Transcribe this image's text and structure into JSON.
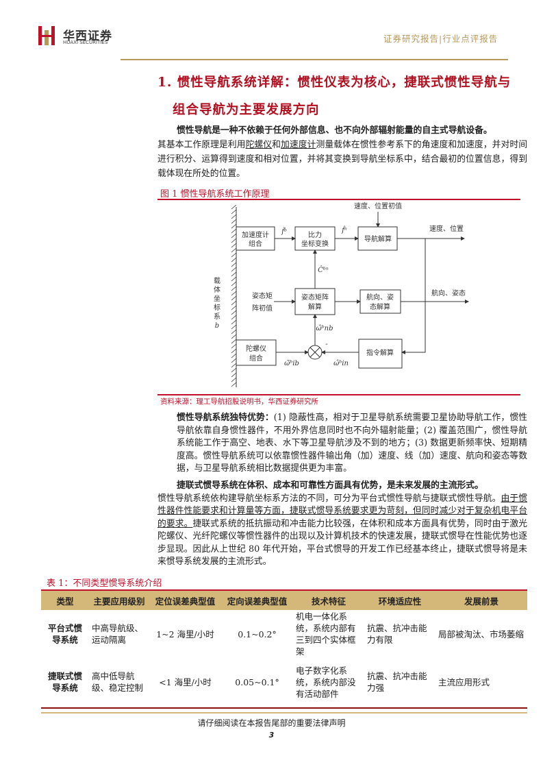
{
  "header": {
    "logo_cn": "华西证券",
    "logo_en": "HUAXI SECURITIES",
    "report_type": "证券研究报告|行业点评报告",
    "brand_color": "#c0102a",
    "gold": "#b8975a"
  },
  "section": {
    "title_line1": "1. 惯性导航系统详解：惯性仪表为核心，捷联式惯性导航与",
    "title_line2": "组合导航为主要发展方向"
  },
  "para1": {
    "bold": "惯性导航是一种不依赖于任何外部信息、也不向外部辐射能量的自主式导航设备。",
    "t1": "其基本工作原理是利用",
    "u1": "陀螺仪",
    "t2": "和",
    "u2": "加速度计",
    "t3": "测量载体在惯性参考系下的角速度和加速度，并对时间进行积分、运算得到速度和相对位置，并将其变换到导航坐标系中，结合最初的位置信息，得到载体现在所处的位置。"
  },
  "figure": {
    "caption": "图 1 惯性导航系统工作原理",
    "source": "资料来源：理工导航招股说明书，华西证券研究所",
    "diagram": {
      "frame": [
        "载",
        "体",
        "坐",
        "标",
        "系",
        "b"
      ],
      "acc": [
        "加速度计",
        "组合"
      ],
      "force": [
        "比力",
        "坐标变换"
      ],
      "nav": [
        "导航解算"
      ],
      "init_vp": "速度、位置初值",
      "out_vp": "速度、位置",
      "att_init": [
        "姿态矩",
        "阵初值"
      ],
      "att": [
        "姿态矩阵",
        "解算"
      ],
      "heading": [
        "航向、姿",
        "态解算"
      ],
      "out_ha": "航向、姿态",
      "gyro": [
        "陀螺仪",
        "组合"
      ],
      "cmd": [
        "指令解算"
      ],
      "f_b": "f̃ᵇ",
      "f_n": "f̂ⁿ",
      "c": "Ĉᵇⁿ",
      "w_nb": "ω̂ᵇnb",
      "w_ib": "ω̃ᵇib",
      "w_in": "ω̂ᵇin",
      "minus": "-"
    }
  },
  "para2": {
    "bold": "惯性导航系统独特优势：",
    "text": "(1) 隐蔽性高，相对于卫星导航系统需要卫星协助导航工作，惯性导航依靠自身惯性器件，不用外界信息同时也不向外辐射能量；(2) 覆盖范围广，惯性导航系统能工作于高空、地表、水下等卫星导航涉及不到的地方；(3) 数据更新频率快、短期精度高。惯性导航系统可以依靠惯性器件输出角（加）速度、线（加）速度、航向和姿态等数据，与卫星导航系统相比数据提供更为丰富。"
  },
  "para3": {
    "bold": "捷联式惯导系统在体积、成本和可靠性方面具有优势，是未来发展的主流形式。",
    "t1": "惯性导航系统依构建导航坐标系方法的不同，可分为平台式惯性导航与捷联式惯性导航。",
    "u1": "由于惯性器件性能要求和计算量等方面，捷联式惯导系统要求更为苛刻，但同时减少对于复杂机电平台的要求。",
    "t2": "捷联式系统的抵抗振动和冲击能力比较强，在体积和成本方面具有优势，同时由于激光陀螺仪、光纤陀螺仪等惯性器件的出现以及计算机技术的快速发展，捷联式惯导在性能优势也逐步显现。因此从上世纪 80 年代开始，平台式惯导的开发工作已经基本终止，捷联式惯导将是未来惯导系统发展的主流形式。"
  },
  "table": {
    "caption": "表 1：不同类型惯导系统介绍",
    "headers": [
      "类型",
      "主要应用级别",
      "定位误差典型值",
      "定向误差典型值",
      "技术特征",
      "环境适应性",
      "发展前景"
    ],
    "rows": [
      [
        "平台式惯导系统",
        "中高导航级、运动隔离",
        "1~2 海里/小时",
        "0.1~0.2°",
        "机电一体化系统，系统内部有三到四个实体框架",
        "抗震、抗冲击能力有限",
        "局部被淘汰、市场萎缩"
      ],
      [
        "捷联式惯导系统",
        "高中低导航级、稳定控制",
        "<1 海里/小时",
        "0.05~0.1°",
        "电子数字化系统，系统内部没有活动部件",
        "抗震、抗冲击能力强",
        "主流应用形式"
      ]
    ]
  },
  "footer": {
    "notice": "请仔细阅读在本报告尾部的重要法律声明",
    "page": "3"
  }
}
